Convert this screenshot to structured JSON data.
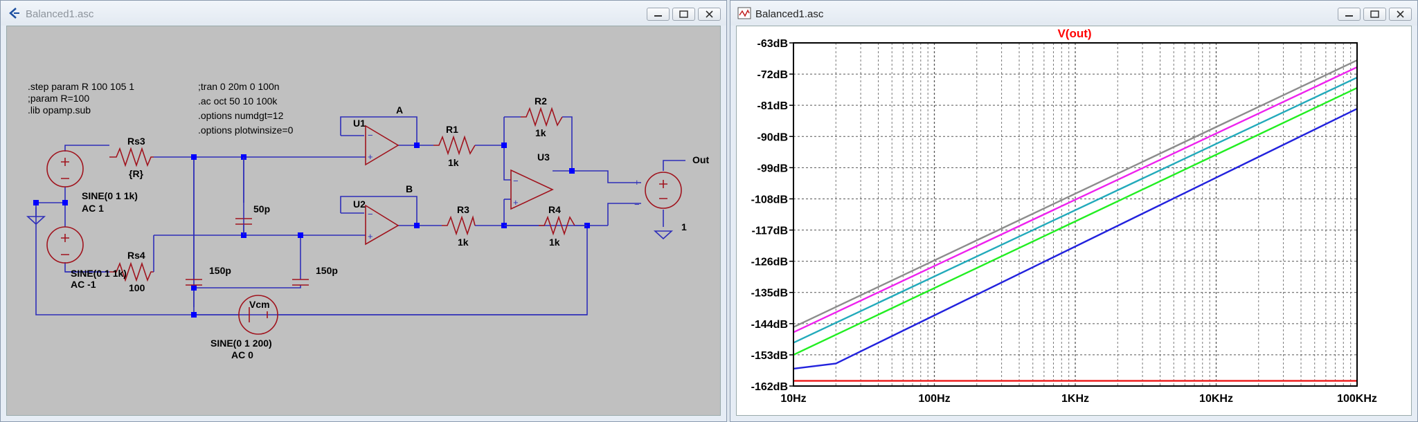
{
  "schematic": {
    "title": "Balanced1.asc",
    "directives": {
      "block1": [
        ".step param R 100 105 1",
        ";param R=100",
        ".lib opamp.sub"
      ],
      "block2": [
        ";tran 0 20m 0 100n",
        ".ac oct 50 10 100k",
        ".options numdgt=12",
        ".options plotwinsize=0"
      ]
    },
    "labels": {
      "rs3": "Rs3",
      "rs3_val": "{R}",
      "rs4": "Rs4",
      "rs4_val": "100",
      "src1_a": "SINE(0 1 1k)",
      "src1_b": "AC 1",
      "src2_a": "SINE(0 1 1k)",
      "src2_b": "AC -1",
      "c1_val": "50p",
      "c2_val": "150p",
      "c3_val": "150p",
      "u1": "U1",
      "u2": "U2",
      "u3": "U3",
      "net_a": "A",
      "net_b": "B",
      "r1": "R1",
      "r1_val": "1k",
      "r2": "R2",
      "r2_val": "1k",
      "r3": "R3",
      "r3_val": "1k",
      "r4": "R4",
      "r4_val": "1k",
      "out": "Out",
      "e1_val": "1",
      "vcm": "Vcm",
      "vcm_a": "SINE(0 1 200)",
      "vcm_b": "AC 0"
    }
  },
  "plot": {
    "title": "Balanced1.asc",
    "trace_name": "V(out)",
    "y_ticks": [
      "-63dB",
      "-72dB",
      "-81dB",
      "-90dB",
      "-99dB",
      "-108dB",
      "-117dB",
      "-126dB",
      "-135dB",
      "-144dB",
      "-153dB",
      "-162dB"
    ],
    "x_ticks": [
      "10Hz",
      "100Hz",
      "1KHz",
      "10KHz",
      "100KHz"
    ]
  },
  "colors": {
    "schematic_bg": "#c0c0c0",
    "wire": "#2e2eb8",
    "component": "#a0131d",
    "junction": "#0000ff",
    "trace_title": "#ff0000",
    "series": [
      "#8c8c8c",
      "#ee22ee",
      "#22aabb",
      "#22ee22",
      "#2222dd",
      "#ee2020"
    ]
  },
  "chart_data": {
    "type": "line",
    "title": "V(out)",
    "x_scale": "log",
    "xlim": [
      10,
      100000
    ],
    "ylim": [
      -162,
      -63
    ],
    "y_unit": "dB",
    "grid": true,
    "series": [
      {
        "color": "#8c8c8c",
        "x": [
          10,
          100000
        ],
        "y": [
          -145,
          -68
        ]
      },
      {
        "color": "#ee22ee",
        "x": [
          10,
          100000
        ],
        "y": [
          -146.5,
          -70
        ]
      },
      {
        "color": "#22aabb",
        "x": [
          10,
          100000
        ],
        "y": [
          -149.5,
          -73
        ]
      },
      {
        "color": "#22ee22",
        "x": [
          10,
          100000
        ],
        "y": [
          -153,
          -76
        ]
      },
      {
        "color": "#2222dd",
        "x": [
          10,
          20,
          100000
        ],
        "y": [
          -157,
          -155.5,
          -82
        ]
      },
      {
        "color": "#ee2020",
        "x": [
          10,
          100000
        ],
        "y": [
          -160.5,
          -160.5
        ]
      }
    ]
  }
}
